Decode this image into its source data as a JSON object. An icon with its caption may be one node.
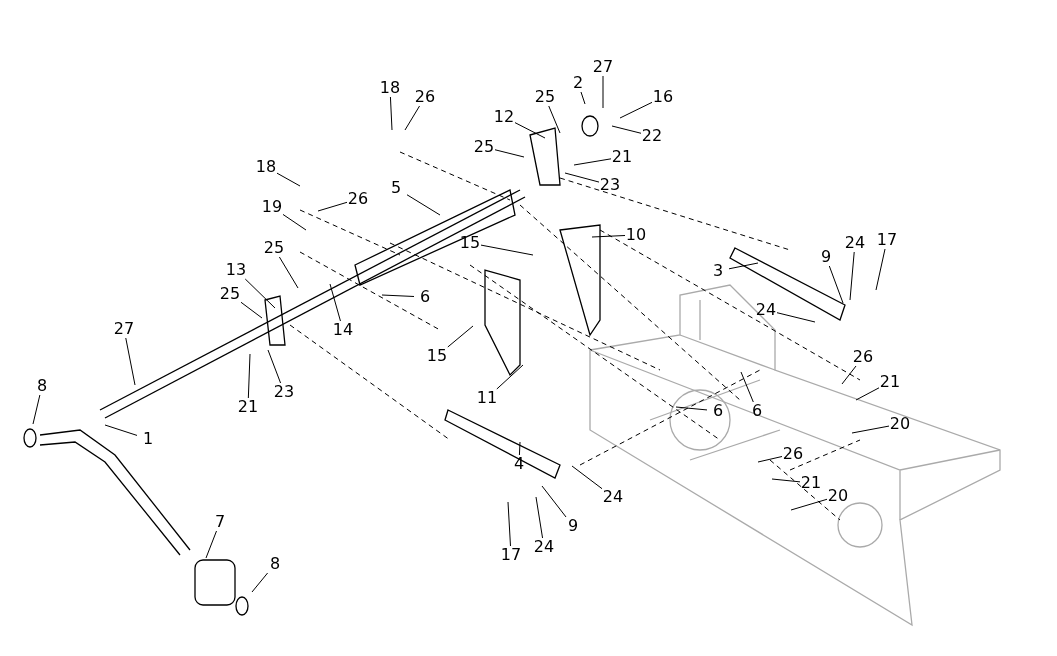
{
  "diagram": {
    "nodes": [
      {
        "text": [
          "18"
        ]
      },
      {
        "text": [
          "26"
        ]
      },
      {
        "text": [
          "25"
        ]
      },
      {
        "text": [
          "2"
        ]
      },
      {
        "text": [
          "27"
        ]
      },
      {
        "text": [
          "16"
        ]
      },
      {
        "text": [
          "12"
        ]
      },
      {
        "text": [
          "22"
        ]
      },
      {
        "text": [
          "25"
        ]
      },
      {
        "text": [
          "21"
        ]
      },
      {
        "text": [
          "23"
        ]
      },
      {
        "text": [
          "18"
        ]
      },
      {
        "text": [
          "26"
        ]
      },
      {
        "text": [
          "5"
        ]
      },
      {
        "text": [
          "19"
        ]
      },
      {
        "text": [
          "15"
        ]
      },
      {
        "text": [
          "10"
        ]
      },
      {
        "text": [
          "25"
        ]
      },
      {
        "text": [
          "13"
        ]
      },
      {
        "text": [
          "14"
        ]
      },
      {
        "text": [
          "6"
        ]
      },
      {
        "text": [
          "25"
        ]
      },
      {
        "text": [
          "3"
        ]
      },
      {
        "text": [
          "9"
        ]
      },
      {
        "text": [
          "24"
        ]
      },
      {
        "text": [
          "17"
        ]
      },
      {
        "text": [
          "24"
        ]
      },
      {
        "text": [
          "27"
        ]
      },
      {
        "text": [
          "15"
        ]
      },
      {
        "text": [
          "8"
        ]
      },
      {
        "text": [
          "1"
        ]
      },
      {
        "text": [
          "21"
        ]
      },
      {
        "text": [
          "23"
        ]
      },
      {
        "text": [
          "11"
        ]
      },
      {
        "text": [
          "26"
        ]
      },
      {
        "text": [
          "21"
        ]
      },
      {
        "text": [
          "6"
        ]
      },
      {
        "text": [
          "6"
        ]
      },
      {
        "text": [
          "20"
        ]
      },
      {
        "text": [
          "4"
        ]
      },
      {
        "text": [
          "26"
        ]
      },
      {
        "text": [
          "24"
        ]
      },
      {
        "text": [
          "21"
        ]
      },
      {
        "text": [
          "20"
        ]
      },
      {
        "text": [
          "9"
        ]
      },
      {
        "text": [
          "24"
        ]
      },
      {
        "text": [
          "17"
        ]
      },
      {
        "text": [
          "7"
        ]
      },
      {
        "text": [
          "8"
        ]
      }
    ],
    "edges": [
      {
        "from": 0,
        "to": null,
        "arrow": "none"
      },
      {
        "from": 1,
        "to": null,
        "arrow": "none"
      },
      {
        "from": 2,
        "to": null,
        "arrow": "none"
      },
      {
        "from": 3,
        "to": null,
        "arrow": "none"
      },
      {
        "from": 4,
        "to": null,
        "arrow": "none"
      },
      {
        "from": 5,
        "to": null,
        "arrow": "none"
      },
      {
        "from": 6,
        "to": null,
        "arrow": "none"
      },
      {
        "from": 7,
        "to": null,
        "arrow": "none"
      },
      {
        "from": 8,
        "to": null,
        "arrow": "none"
      },
      {
        "from": 9,
        "to": null,
        "arrow": "none"
      },
      {
        "from": 10,
        "to": null,
        "arrow": "none"
      },
      {
        "from": 11,
        "to": null,
        "arrow": "none"
      },
      {
        "from": 12,
        "to": null,
        "arrow": "none"
      },
      {
        "from": 13,
        "to": null,
        "arrow": "none"
      },
      {
        "from": 14,
        "to": null,
        "arrow": "none"
      },
      {
        "from": 15,
        "to": null,
        "arrow": "none"
      },
      {
        "from": 16,
        "to": null,
        "arrow": "none"
      },
      {
        "from": 17,
        "to": null,
        "arrow": "none"
      },
      {
        "from": 18,
        "to": null,
        "arrow": "none"
      },
      {
        "from": 19,
        "to": null,
        "arrow": "none"
      },
      {
        "from": 20,
        "to": null,
        "arrow": "none"
      },
      {
        "from": 21,
        "to": null,
        "arrow": "none"
      },
      {
        "from": 22,
        "to": null,
        "arrow": "none"
      },
      {
        "from": 23,
        "to": null,
        "arrow": "none"
      },
      {
        "from": 24,
        "to": null,
        "arrow": "none"
      },
      {
        "from": 25,
        "to": null,
        "arrow": "none"
      },
      {
        "from": 26,
        "to": null,
        "arrow": "none"
      },
      {
        "from": 27,
        "to": null,
        "arrow": "none"
      },
      {
        "from": 28,
        "to": null,
        "arrow": "none"
      },
      {
        "from": 29,
        "to": null,
        "arrow": "none"
      },
      {
        "from": 30,
        "to": null,
        "arrow": "none"
      },
      {
        "from": 31,
        "to": null,
        "arrow": "none"
      },
      {
        "from": 32,
        "to": null,
        "arrow": "none"
      },
      {
        "from": 33,
        "to": null,
        "arrow": "none"
      },
      {
        "from": 34,
        "to": null,
        "arrow": "none"
      },
      {
        "from": 35,
        "to": null,
        "arrow": "none"
      },
      {
        "from": 36,
        "to": null,
        "arrow": "none"
      },
      {
        "from": 37,
        "to": null,
        "arrow": "none"
      },
      {
        "from": 38,
        "to": null,
        "arrow": "none"
      },
      {
        "from": 39,
        "to": null,
        "arrow": "none"
      },
      {
        "from": 40,
        "to": null,
        "arrow": "none"
      },
      {
        "from": 41,
        "to": null,
        "arrow": "none"
      },
      {
        "from": 42,
        "to": null,
        "arrow": "none"
      },
      {
        "from": 43,
        "to": null,
        "arrow": "none"
      },
      {
        "from": 44,
        "to": null,
        "arrow": "none"
      },
      {
        "from": 45,
        "to": null,
        "arrow": "none"
      },
      {
        "from": 46,
        "to": null,
        "arrow": "none"
      },
      {
        "from": 47,
        "to": null,
        "arrow": "none"
      },
      {
        "from": 48,
        "to": null,
        "arrow": "none"
      }
    ]
  }
}
